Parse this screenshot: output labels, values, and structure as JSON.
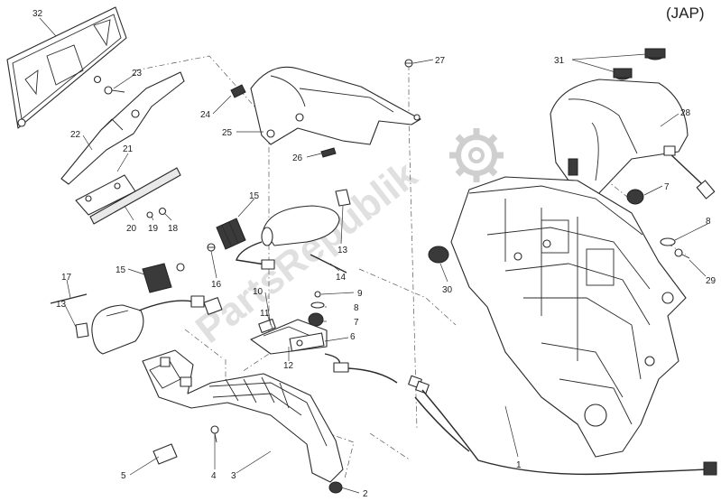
{
  "diagram": {
    "region_label": "(JAP)",
    "watermark": "PartsRepublik",
    "callouts": [
      {
        "id": "c1",
        "text": "1"
      },
      {
        "id": "c2",
        "text": "2"
      },
      {
        "id": "c3",
        "text": "3"
      },
      {
        "id": "c4",
        "text": "4"
      },
      {
        "id": "c5",
        "text": "5"
      },
      {
        "id": "c6",
        "text": "6"
      },
      {
        "id": "c7a",
        "text": "7"
      },
      {
        "id": "c7b",
        "text": "7"
      },
      {
        "id": "c8a",
        "text": "8"
      },
      {
        "id": "c8b",
        "text": "8"
      },
      {
        "id": "c9",
        "text": "9"
      },
      {
        "id": "c10",
        "text": "10"
      },
      {
        "id": "c11",
        "text": "11"
      },
      {
        "id": "c12",
        "text": "12"
      },
      {
        "id": "c13a",
        "text": "13"
      },
      {
        "id": "c13b",
        "text": "13"
      },
      {
        "id": "c14",
        "text": "14"
      },
      {
        "id": "c15a",
        "text": "15"
      },
      {
        "id": "c15b",
        "text": "15"
      },
      {
        "id": "c16",
        "text": "16"
      },
      {
        "id": "c17",
        "text": "17"
      },
      {
        "id": "c18",
        "text": "18"
      },
      {
        "id": "c19",
        "text": "19"
      },
      {
        "id": "c20",
        "text": "20"
      },
      {
        "id": "c21",
        "text": "21"
      },
      {
        "id": "c22",
        "text": "22"
      },
      {
        "id": "c23",
        "text": "23"
      },
      {
        "id": "c24",
        "text": "24"
      },
      {
        "id": "c25",
        "text": "25"
      },
      {
        "id": "c26",
        "text": "26"
      },
      {
        "id": "c27",
        "text": "27"
      },
      {
        "id": "c28",
        "text": "28"
      },
      {
        "id": "c29",
        "text": "29"
      },
      {
        "id": "c30",
        "text": "30"
      },
      {
        "id": "c31",
        "text": "31"
      },
      {
        "id": "c32",
        "text": "32"
      }
    ]
  }
}
